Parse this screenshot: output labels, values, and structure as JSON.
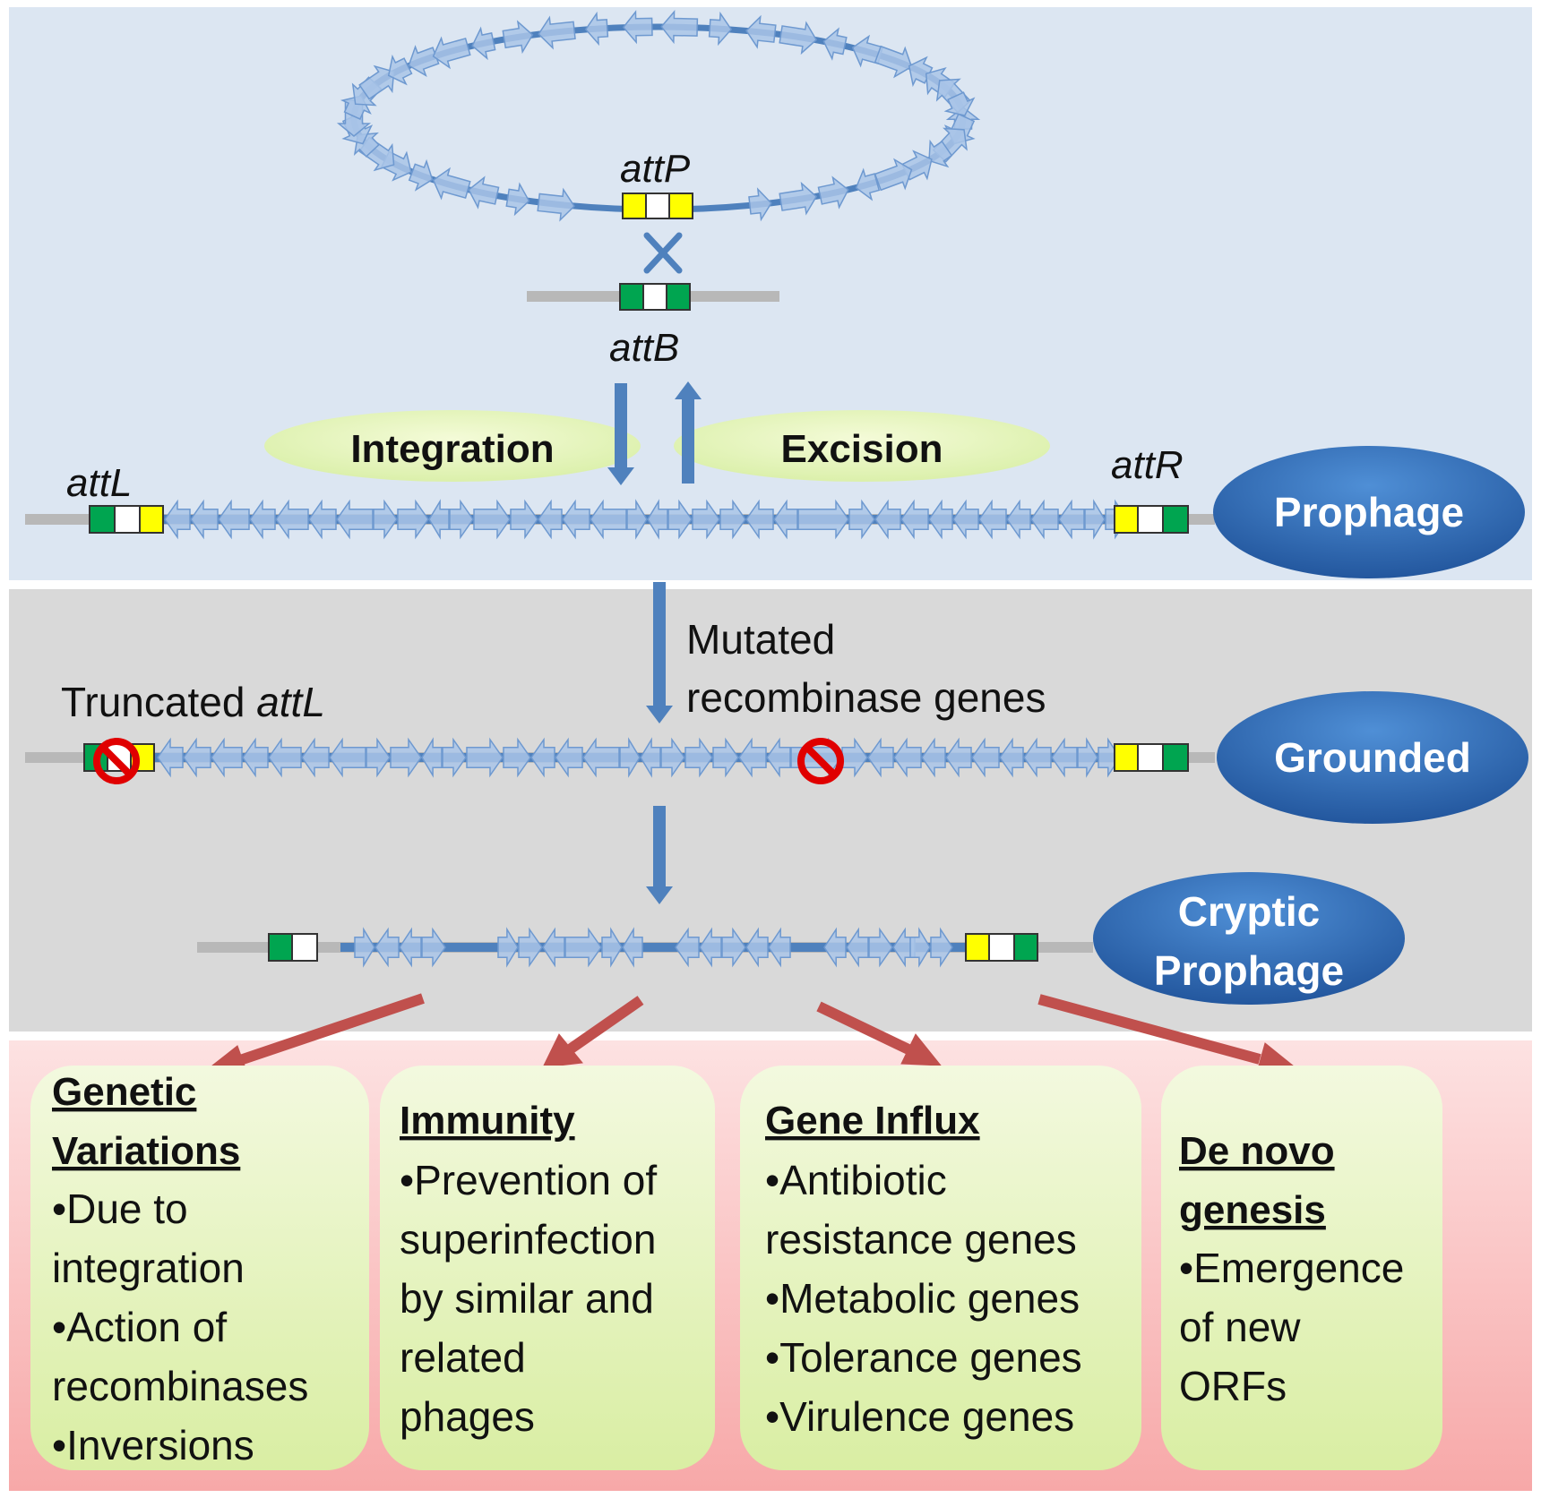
{
  "diagram": {
    "labels": {
      "attP": "attP",
      "attB": "attB",
      "attL": "attL",
      "attR": "attR",
      "integration": "Integration",
      "excision": "Excision",
      "truncated_prefix": "Truncated ",
      "truncated_att": "attL",
      "mutated_line1": "Mutated",
      "mutated_line2": "recombinase genes"
    },
    "stages": {
      "prophage": "Prophage",
      "grounded": "Grounded",
      "cryptic_line1": "Cryptic",
      "cryptic_line2": "Prophage"
    },
    "outcomes": [
      {
        "title_lines": [
          "Genetic",
          "Variations"
        ],
        "items": [
          "•Due to",
          "integration",
          "•Action of",
          "recombinases",
          "•Inversions"
        ]
      },
      {
        "title_lines": [
          "Immunity"
        ],
        "items": [
          "•Prevention of",
          "superinfection",
          "by similar and",
          "related",
          "phages"
        ]
      },
      {
        "title_lines": [
          "Gene Influx"
        ],
        "items": [
          "•Antibiotic",
          "resistance genes",
          "•Metabolic genes",
          "•Tolerance genes",
          "•Virulence genes"
        ]
      },
      {
        "title_lines": [
          "De novo",
          "genesis"
        ],
        "items": [
          "•Emergence",
          "of new",
          "ORFs"
        ]
      }
    ],
    "colors": {
      "top_panel": "#dce6f2",
      "middle_panel": "#d9d9d9",
      "bottom_panel_top": "#fde2e2",
      "bottom_panel_bottom": "#f7a8a8",
      "dna": "#4f81bd",
      "gene_fill": "#a9c4e8",
      "stage_oval": "#2e6db4",
      "box_fill": "#ebf5cf",
      "att_green": "#00a550",
      "att_yellow": "#ffff00",
      "outcome_arrow": "#c0504d",
      "no_sign": "#e00000"
    }
  }
}
